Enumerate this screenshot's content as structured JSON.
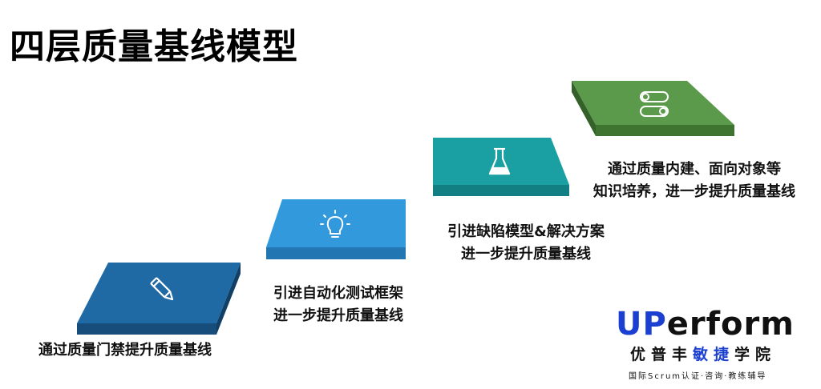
{
  "title": "四层质量基线模型",
  "steps": [
    {
      "caption_lines": [
        "通过质量门禁提升质量基线"
      ],
      "icon": "pencil-icon",
      "color_top": "#1f6aa5",
      "color_side": "#174d7a"
    },
    {
      "caption_lines": [
        "引进自动化测试框架",
        "进一步提升质量基线"
      ],
      "icon": "lightbulb-icon",
      "color_top": "#3399dd",
      "color_side": "#2277b2"
    },
    {
      "caption_lines": [
        "引进缺陷模型&解决方案",
        "进一步提升质量基线"
      ],
      "icon": "flask-icon",
      "color_top": "#1aa0a3",
      "color_side": "#128083"
    },
    {
      "caption_lines": [
        "通过质量内建、面向对象等",
        "知识培养，进一步提升质量基线"
      ],
      "icon": "toggle-switch-icon",
      "color_top": "#5b9a4a",
      "color_side": "#3f7330"
    }
  ],
  "logo": {
    "brand_up": "UP",
    "brand_rest": "erform",
    "cn_a": "优普丰",
    "cn_b": "敏捷",
    "cn_c": "学院",
    "tagline": "国际Scrum认证·咨询·教练辅导",
    "accent_color": "#1a3fd1"
  }
}
